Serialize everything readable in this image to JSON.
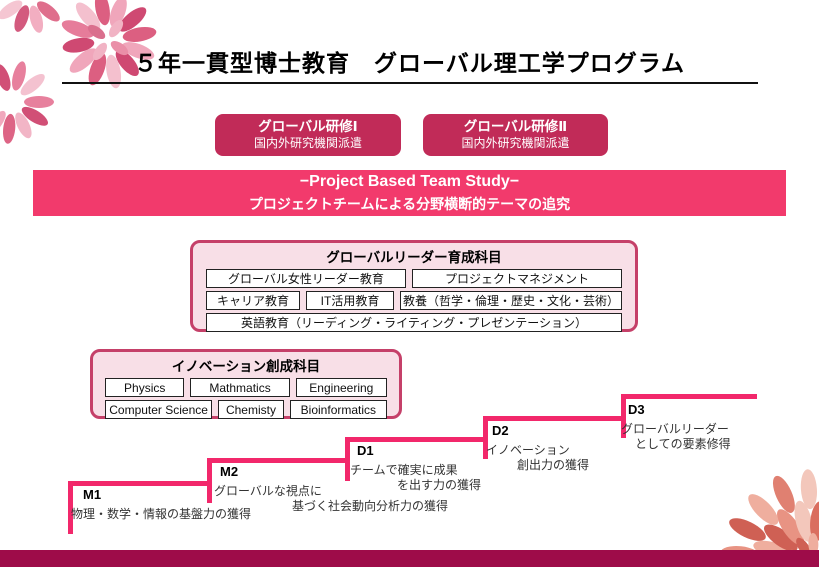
{
  "page": {
    "title": "５年一貫型博士教育　グローバル理工学プログラム"
  },
  "training_boxes": [
    {
      "title": "グローバル研修Ⅰ",
      "subtitle": "国内外研究機関派遣"
    },
    {
      "title": "グローバル研修Ⅱ",
      "subtitle": "国内外研究機関派遣"
    }
  ],
  "banner": {
    "line1": "−Project Based Team Study−",
    "line2": "プロジェクトチームによる分野横断的テーマの追究"
  },
  "leader_panel": {
    "title": "グローバルリーダー育成科目",
    "rows": [
      [
        "グローバル女性リーダー教育",
        "プロジェクトマネジメント"
      ],
      [
        "キャリア教育",
        "IT活用教育",
        "教養（哲学・倫理・歴史・文化・芸術）"
      ],
      [
        "英語教育（リーディング・ライティング・プレゼンテーション）"
      ]
    ]
  },
  "innovation_panel": {
    "title": "イノベーション創成科目",
    "rows": [
      [
        "Physics",
        "Mathmatics",
        "Engineering"
      ],
      [
        "Computer Science",
        "Chemisty",
        "Bioinformatics"
      ]
    ]
  },
  "stairs": [
    {
      "label": "M1",
      "desc": [
        "物理・数学・情報の基盤力の獲得"
      ]
    },
    {
      "label": "M2",
      "desc": [
        "グローバルな視点に",
        "基づく社会動向分析力の獲得"
      ]
    },
    {
      "label": "D1",
      "desc": [
        "チームで確実に成果",
        "を出す力の獲得"
      ]
    },
    {
      "label": "D2",
      "desc": [
        "イノベーション",
        "創出力の獲得"
      ]
    },
    {
      "label": "D3",
      "desc": [
        "グローバルリーダー",
        "としての要素修得"
      ]
    }
  ],
  "colors": {
    "banner_pink": "#f23a6c",
    "training_box_crimson": "#c12b58",
    "panel_fill": "#f8dfe7",
    "panel_border": "#c54069",
    "staircase_pink": "#f2286b",
    "footer_maroon": "#9e0c49"
  }
}
